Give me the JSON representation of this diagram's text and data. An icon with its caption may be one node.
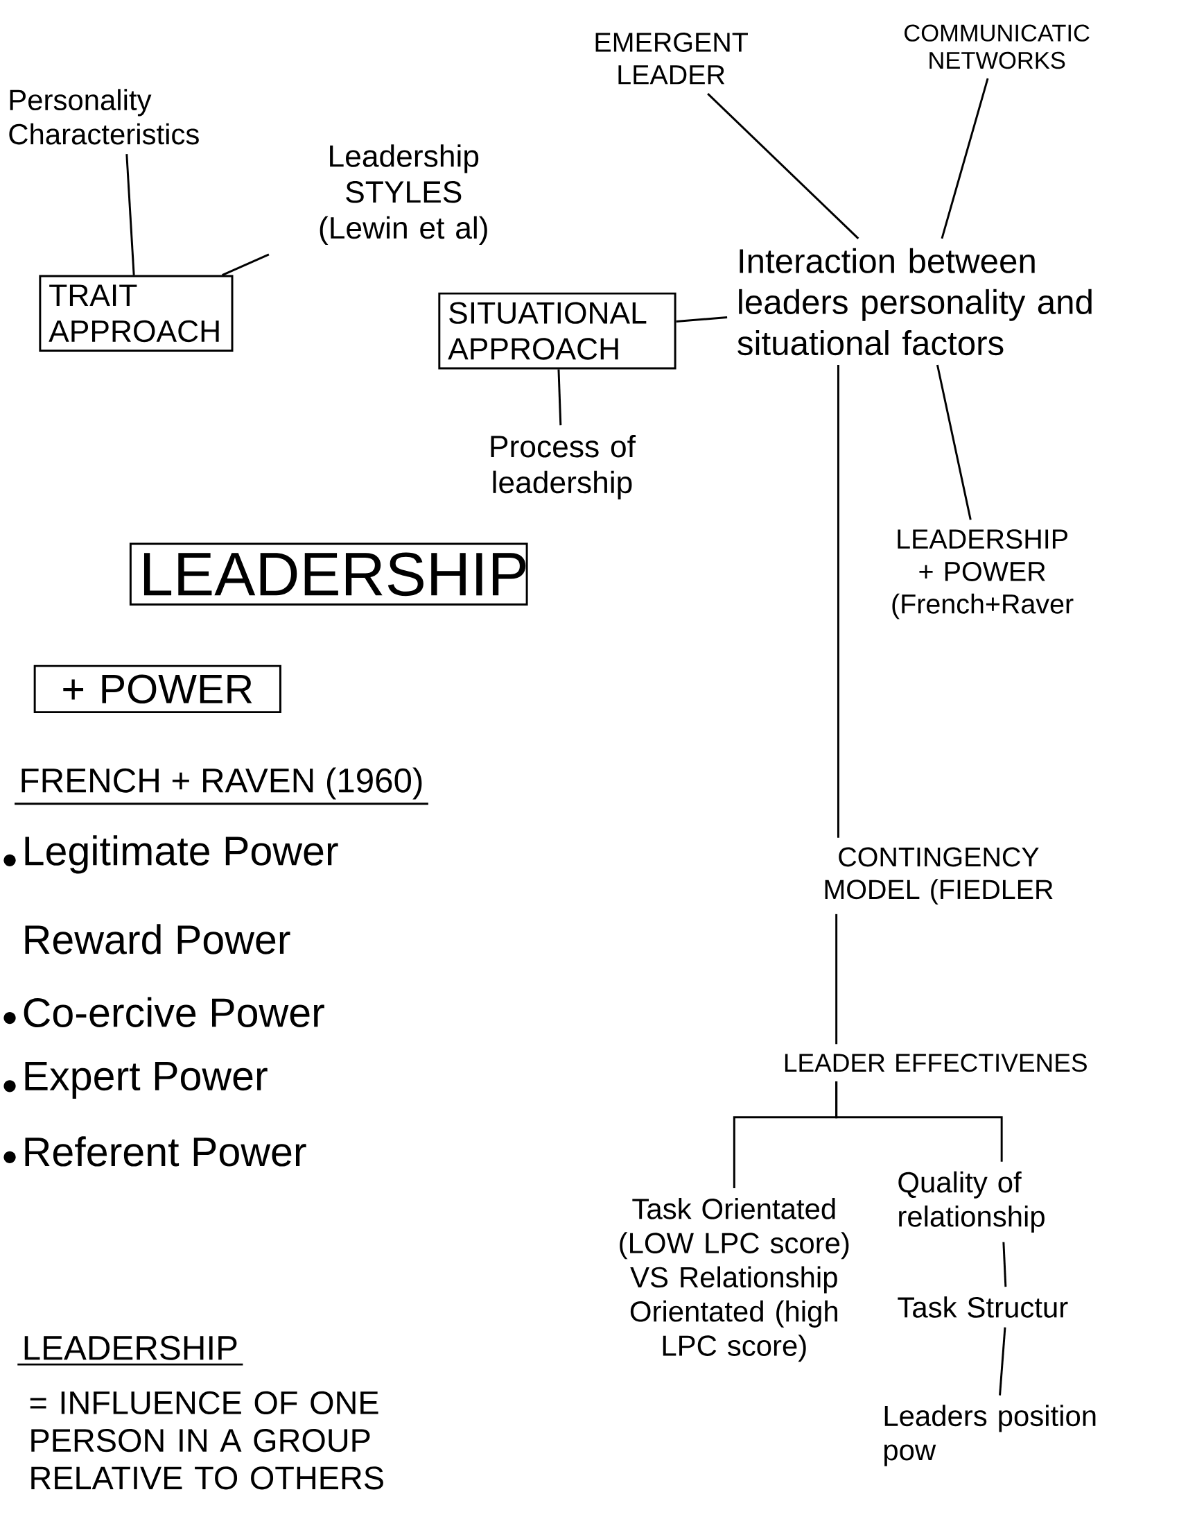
{
  "diagram": {
    "nodes": [
      {
        "text": [
          "Personality Characteristics"
        ]
      },
      {
        "text": [
          "TRAIT APPROACH"
        ]
      },
      {
        "text": [
          "Leadership STYLES (Lewin et al)"
        ]
      },
      {
        "text": [
          "SITUATIONAL APPROACH"
        ]
      },
      {
        "text": [
          "Process of leadership"
        ]
      },
      {
        "text": [
          "EMERGENT LEADER"
        ]
      },
      {
        "text": [
          "COMMUNICATIC NETWORKS"
        ]
      },
      {
        "text": [
          "Interaction between leaders personality and situational factors"
        ]
      },
      {
        "text": [
          "LEADERSHIP + POWER (French+Raver"
        ]
      },
      {
        "text": [
          "CONTINGENCY MODEL (FIEDLER"
        ]
      },
      {
        "text": [
          "LEADER EFFECTIVENES"
        ]
      },
      {
        "text": [
          "Task Orientated (LOW LPC score) VS Relationship Orientated (high LPC score)"
        ]
      },
      {
        "text": [
          "Quality of relationship"
        ]
      },
      {
        "text": [
          "Task Structur"
        ]
      },
      {
        "text": [
          "Leaders position pow"
        ]
      },
      {
        "text": [
          "LEADERSHIP"
        ]
      },
      {
        "text": [
          "+ POWER"
        ]
      }
    ],
    "edges": [
      {
        "from": 0,
        "to": 1,
        "arrow": "none"
      },
      {
        "from": 2,
        "to": 1,
        "arrow": "none"
      },
      {
        "from": 3,
        "to": 4,
        "arrow": "none"
      },
      {
        "from": 7,
        "to": 3,
        "arrow": "none"
      },
      {
        "from": 5,
        "to": 7,
        "arrow": "none"
      },
      {
        "from": 6,
        "to": 7,
        "arrow": "none"
      },
      {
        "from": 7,
        "to": 8,
        "arrow": "none"
      },
      {
        "from": 7,
        "to": 9,
        "arrow": "none"
      },
      {
        "from": 9,
        "to": 10,
        "arrow": "none"
      },
      {
        "from": 10,
        "to": 11,
        "arrow": "none"
      },
      {
        "from": 10,
        "to": 12,
        "arrow": "none"
      },
      {
        "from": 12,
        "to": 13,
        "arrow": "none"
      },
      {
        "from": 13,
        "to": 14,
        "arrow": "none"
      }
    ],
    "labels": [
      "FRENCH + RAVEN (1960)",
      "Legitimate Power",
      "Reward Power",
      "Co-ercive Power",
      "Expert Power",
      "Referent Power",
      "LEADERSHIP",
      "= INFLUENCE OF ONE PERSON IN A GROUP RELATIVE TO OTHERS"
    ]
  }
}
